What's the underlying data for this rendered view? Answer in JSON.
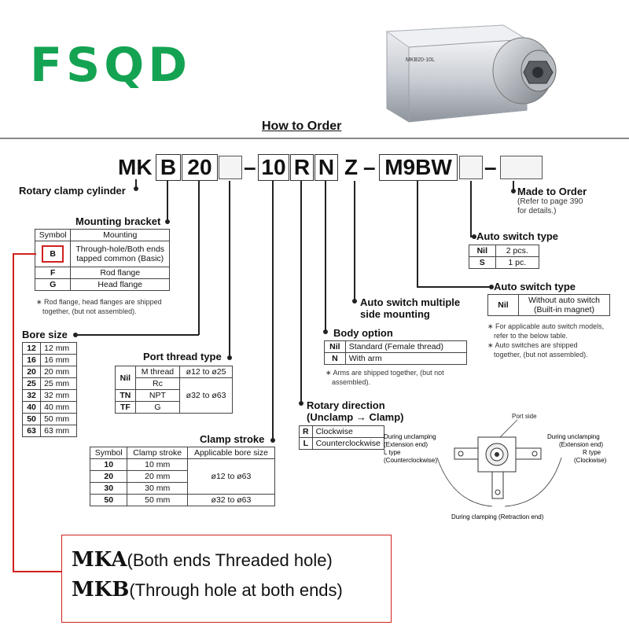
{
  "logo": "FSQD",
  "title": "How to Order",
  "code_parts": {
    "mk": "MK",
    "b": "B",
    "bore": "20",
    "dash1": "–",
    "stroke": "10",
    "r": "R",
    "n": "N",
    "z": "Z",
    "dash2": "–",
    "switch": "M9BW",
    "dash3": "–"
  },
  "product_photo_label": "MKB20-10L",
  "labels": {
    "rotary_clamp": "Rotary clamp cylinder",
    "mounting_bracket": "Mounting bracket",
    "bore_size": "Bore size",
    "port_thread": "Port thread type",
    "clamp_stroke": "Clamp stroke",
    "made_to_order": "Made to Order",
    "made_to_order_sub1": "(Refer to page 390",
    "made_to_order_sub2": "for details.)",
    "auto_switch_type1": "Auto switch type",
    "auto_switch_type2": "Auto switch type",
    "auto_switch_multi1": "Auto switch multiple",
    "auto_switch_multi2": "side mounting",
    "body_option": "Body option",
    "rotary_dir1": "Rotary direction",
    "rotary_dir2": "(Unclamp → Clamp)"
  },
  "mounting": {
    "headers": [
      "Symbol",
      "Mounting"
    ],
    "rows": [
      {
        "sym": "B",
        "desc1": "Through-hole/Both ends",
        "desc2": "tapped common (Basic)"
      },
      {
        "sym": "F",
        "desc1": "Rod flange",
        "desc2": ""
      },
      {
        "sym": "G",
        "desc1": "Head flange",
        "desc2": ""
      }
    ],
    "note1": "∗ Rod flange, head flanges are shipped",
    "note2": "together, (but not assembled)."
  },
  "bore": [
    {
      "sym": "12",
      "val": "12 mm"
    },
    {
      "sym": "16",
      "val": "16 mm"
    },
    {
      "sym": "20",
      "val": "20 mm"
    },
    {
      "sym": "25",
      "val": "25 mm"
    },
    {
      "sym": "32",
      "val": "32 mm"
    },
    {
      "sym": "40",
      "val": "40 mm"
    },
    {
      "sym": "50",
      "val": "50 mm"
    },
    {
      "sym": "63",
      "val": "63 mm"
    }
  ],
  "port": {
    "nil": "Nil",
    "m_thread": "M thread",
    "m_range": "ø12 to ø25",
    "rc": "Rc",
    "tn": "TN",
    "npt": "NPT",
    "tf": "TF",
    "g": "G",
    "g_range": "ø32 to ø63"
  },
  "stroke": {
    "headers": [
      "Symbol",
      "Clamp stroke",
      "Applicable bore size"
    ],
    "rows": [
      {
        "sym": "10",
        "val": "10 mm"
      },
      {
        "sym": "20",
        "val": "20 mm"
      },
      {
        "sym": "30",
        "val": "30 mm"
      },
      {
        "sym": "50",
        "val": "50 mm"
      }
    ],
    "range1": "ø12 to ø63",
    "range2": "ø32 to ø63"
  },
  "switch_qty": [
    {
      "sym": "Nil",
      "val": "2 pcs."
    },
    {
      "sym": "S",
      "val": "1 pc."
    }
  ],
  "switch_type": {
    "sym": "Nil",
    "val1": "Without auto switch",
    "val2": "(Built-in magnet)",
    "note1": "∗ For applicable auto switch models,",
    "note2": "refer to the below table.",
    "note3": "∗ Auto switches are shipped",
    "note4": "together, (but not assembled)."
  },
  "body": {
    "rows": [
      {
        "sym": "Nil",
        "val": "Standard (Female thread)"
      },
      {
        "sym": "N",
        "val": "With arm"
      }
    ],
    "note1": "∗ Arms are shipped together, (but not",
    "note2": "assembled)."
  },
  "rotary": [
    {
      "sym": "R",
      "val": "Clockwise"
    },
    {
      "sym": "L",
      "val": "Counterclockwise"
    }
  ],
  "diagram": {
    "port_side": "Port side",
    "left1": "During unclamping",
    "left2": "(Extension end)",
    "left3": "L type",
    "left4": "(Counterclockwise)",
    "right1": "During unclamping",
    "right2": "(Extension end)",
    "right3": "R type",
    "right4": "(Clockwise)",
    "bottom": "During clamping (Retraction end)"
  },
  "mka": {
    "code": "MKA",
    "desc": "(Both ends Threaded hole)"
  },
  "mkb": {
    "code": "MKB",
    "desc": "(Through hole at both ends)"
  },
  "colors": {
    "logo": "#14a352",
    "highlight": "#d0211f"
  }
}
